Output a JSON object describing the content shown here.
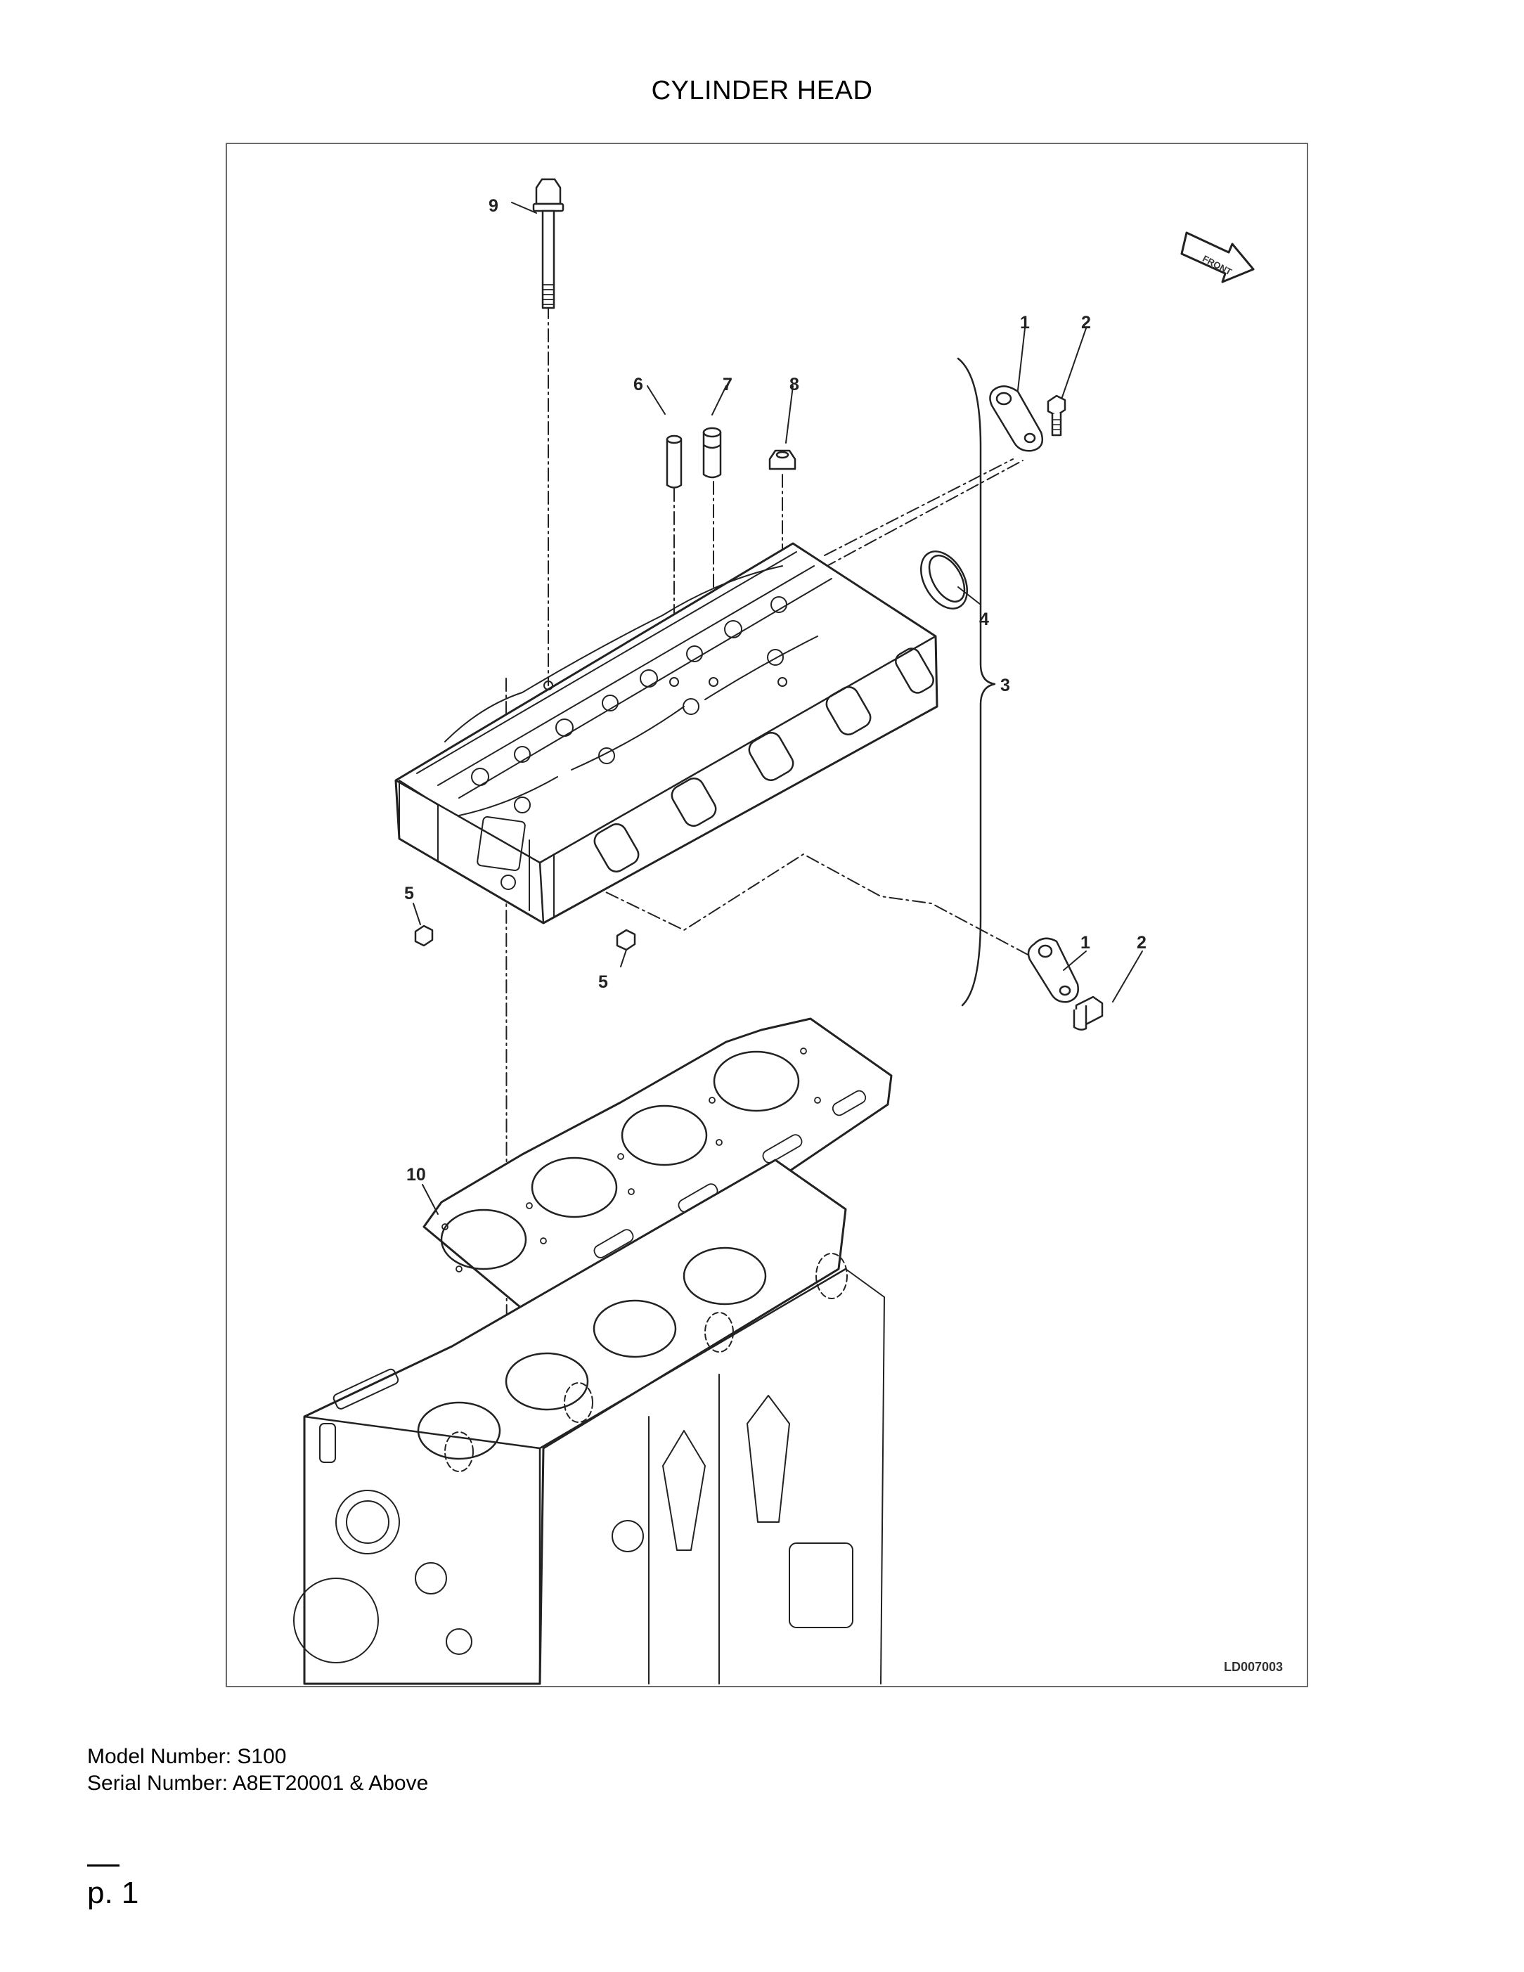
{
  "page": {
    "title": "CYLINDER HEAD",
    "model_label": "Model Number: S100",
    "serial_label": "Serial Number: A8ET20001 & Above",
    "page_number": "p. 1"
  },
  "diagram": {
    "drawing_id": "LD007003",
    "front_arrow_label": "FRONT",
    "callouts": {
      "c9": "9",
      "c6": "6",
      "c7": "7",
      "c8": "8",
      "c1a": "1",
      "c2a": "2",
      "c4": "4",
      "c3": "3",
      "c5a": "5",
      "c5b": "5",
      "c1b": "1",
      "c2b": "2",
      "c10": "10"
    },
    "line_color": "#222222",
    "frame_color": "#6b6b6b"
  }
}
